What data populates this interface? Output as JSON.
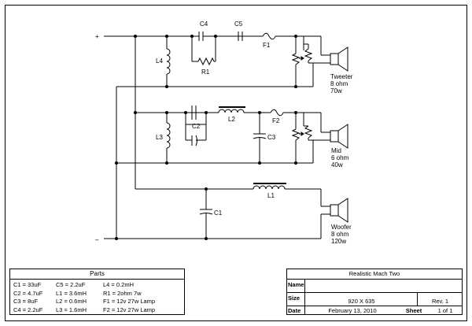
{
  "schematic": {
    "terminals": {
      "positive": "+",
      "negative": "–"
    },
    "components": {
      "C4": "C4",
      "C5": "C5",
      "F1": "F1",
      "R1": "R1",
      "L4": "L4",
      "C2": "C2",
      "L2": "L2",
      "F2": "F2",
      "C3": "C3",
      "L3": "L3",
      "L1": "L1",
      "C1": "C1"
    },
    "speakers": {
      "tweeter": [
        "Tweeter",
        "8 ohm",
        "70w"
      ],
      "mid": [
        "Mid",
        "6 ohm",
        "40w"
      ],
      "woofer": [
        "Woofer",
        "8 ohm",
        "120w"
      ]
    }
  },
  "parts": {
    "title": "Parts",
    "col1": [
      "C1 = 33uF",
      "C2 = 4.7uF",
      "C3 = 8uF",
      "C4 = 2.2uF"
    ],
    "col2": [
      "C5 = 2.2uF",
      "L1 = 3.6mH",
      "L2 = 0.6mH",
      "L3 = 1.6mH"
    ],
    "col3": [
      "L4 = 0.2mH",
      "R1 = 2ohm 7w",
      "F1 = 12v 27w Lamp",
      "F2 = 12v 27w Lamp"
    ]
  },
  "title_block": {
    "title": "Realistic Mach Two",
    "name_label": "Name",
    "name_value": "",
    "size_label": "Size",
    "size_value": "920 X 635",
    "rev": "Rev. 1",
    "date_label": "Date",
    "date_value": "February 13, 2010",
    "sheet_label": "Sheet",
    "sheet_value": "1 of 1"
  }
}
